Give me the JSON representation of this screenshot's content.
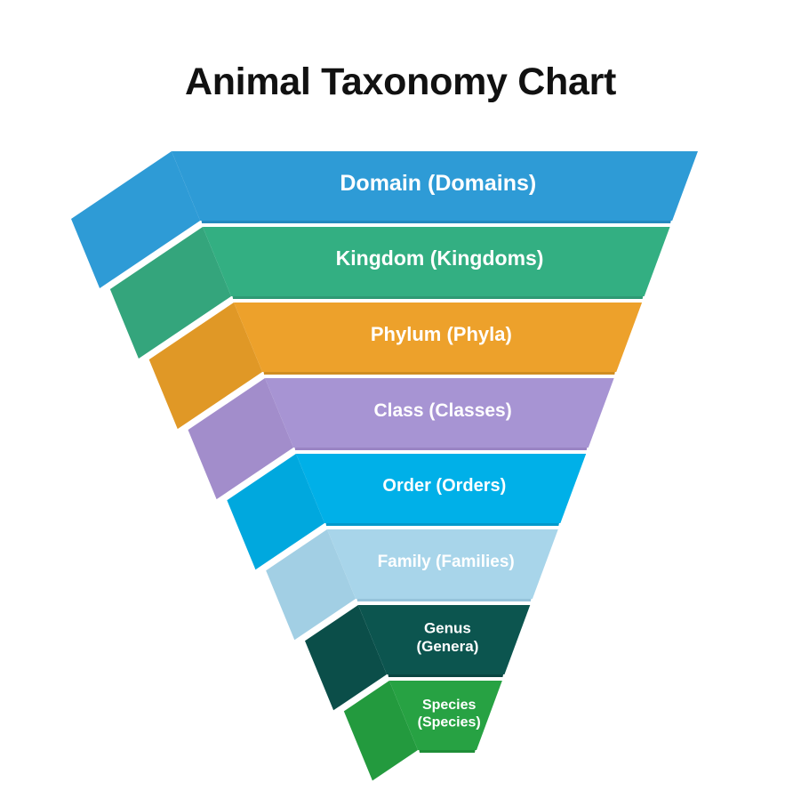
{
  "title": "Animal Taxonomy Chart",
  "background": "#ffffff",
  "title_color": "#111111",
  "chart_data": {
    "type": "funnel",
    "title": "Animal Taxonomy Chart",
    "xlabel": "",
    "ylabel": "",
    "orientation": "vertical-inverted-pyramid",
    "style": "3d-isometric",
    "label_color": "#ffffff",
    "categories": [
      "Domain",
      "Kingdom",
      "Phylum",
      "Class",
      "Order",
      "Family",
      "Genus",
      "Species"
    ],
    "labels": [
      "Domain   (Domains)",
      "Kingdom (Kingdoms)",
      "Phylum (Phyla)",
      "Class (Classes)",
      "Order (Orders)",
      "Family (Families)",
      "Genus\n(Genera)",
      "Species\n(Species)"
    ],
    "plural_forms": [
      "Domains",
      "Kingdoms",
      "Phyla",
      "Classes",
      "Orders",
      "Families",
      "Genera",
      "Species"
    ],
    "values": [
      8,
      7,
      6,
      5,
      4,
      3,
      2,
      1
    ],
    "colors": [
      "#2E9BD6",
      "#33AF82",
      "#EDA12B",
      "#A794D3",
      "#00B0E8",
      "#A8D5EA",
      "#0C554F",
      "#27A243"
    ],
    "legend": "none",
    "grid": false
  },
  "segments": [
    {
      "id": "domain",
      "rank": "Domain",
      "plural": "Domains",
      "label": "Domain   (Domains)",
      "label_line2": "",
      "color": "#2E9BD6",
      "side_color": "#2E9BD6",
      "edge_color": "#2589BF",
      "font_size": 25
    },
    {
      "id": "kingdom",
      "rank": "Kingdom",
      "plural": "Kingdoms",
      "label": "Kingdom (Kingdoms)",
      "label_line2": "",
      "color": "#33AF82",
      "side_color": "#34A57C",
      "edge_color": "#2E9A74",
      "font_size": 23
    },
    {
      "id": "phylum",
      "rank": "Phylum",
      "plural": "Phyla",
      "label": "Phylum (Phyla)",
      "label_line2": "",
      "color": "#EDA12B",
      "side_color": "#E09826",
      "edge_color": "#D08D22",
      "font_size": 22
    },
    {
      "id": "class",
      "rank": "Class",
      "plural": "Classes",
      "label": "Class (Classes)",
      "label_line2": "",
      "color": "#A794D3",
      "side_color": "#A28DCB",
      "edge_color": "#9A84C4",
      "font_size": 21
    },
    {
      "id": "order",
      "rank": "Order",
      "plural": "Orders",
      "label": "Order (Orders)",
      "label_line2": "",
      "color": "#00B0E8",
      "side_color": "#00A8DE",
      "edge_color": "#0399CB",
      "font_size": 20
    },
    {
      "id": "family",
      "rank": "Family",
      "plural": "Families",
      "label": "Family (Families)",
      "label_line2": "",
      "color": "#A8D5EA",
      "side_color": "#A2CFE4",
      "edge_color": "#96C4DB",
      "font_size": 19
    },
    {
      "id": "genus",
      "rank": "Genus",
      "plural": "Genera",
      "label": "Genus",
      "label_line2": "(Genera)",
      "color": "#0C554F",
      "side_color": "#0B4E49",
      "edge_color": "#094641",
      "font_size": 17
    },
    {
      "id": "species",
      "rank": "Species",
      "plural": "Species",
      "label": "Species",
      "label_line2": "(Species)",
      "color": "#27A243",
      "side_color": "#239A3E",
      "edge_color": "#1F8E38",
      "font_size": 16
    }
  ]
}
